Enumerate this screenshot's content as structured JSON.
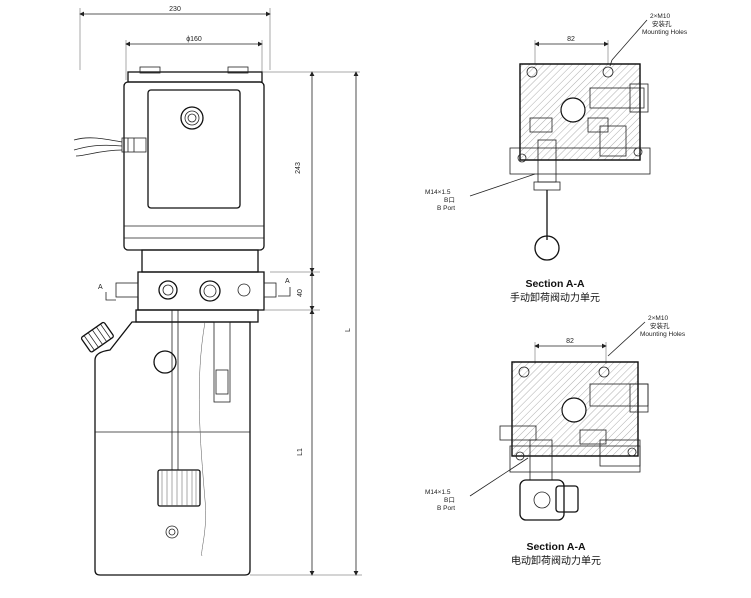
{
  "front_view": {
    "dim_width_total": "230",
    "dim_motor_dia": "ϕ160",
    "dim_motor_height": "243",
    "dim_block_height": "40",
    "dim_total_length": "L",
    "dim_tank_length": "L1",
    "section_marker_left": "A",
    "section_marker_right": "A"
  },
  "section_manual": {
    "dim_holes_spacing": "82",
    "holes_label": "2×M10",
    "holes_cn": "安装孔",
    "holes_en": "Mounting Holes",
    "port_thread": "M14×1.5",
    "port_cn": "B口",
    "port_en": "B Port",
    "title": "Section A-A",
    "caption": "手动卸荷阀动力单元"
  },
  "section_electric": {
    "dim_holes_spacing": "82",
    "holes_label": "2×M10",
    "holes_cn": "安装孔",
    "holes_en": "Mounting Holes",
    "port_thread": "M14×1.5",
    "port_cn": "B口",
    "port_en": "B Port",
    "title": "Section A-A",
    "caption": "电动卸荷阀动力单元"
  }
}
